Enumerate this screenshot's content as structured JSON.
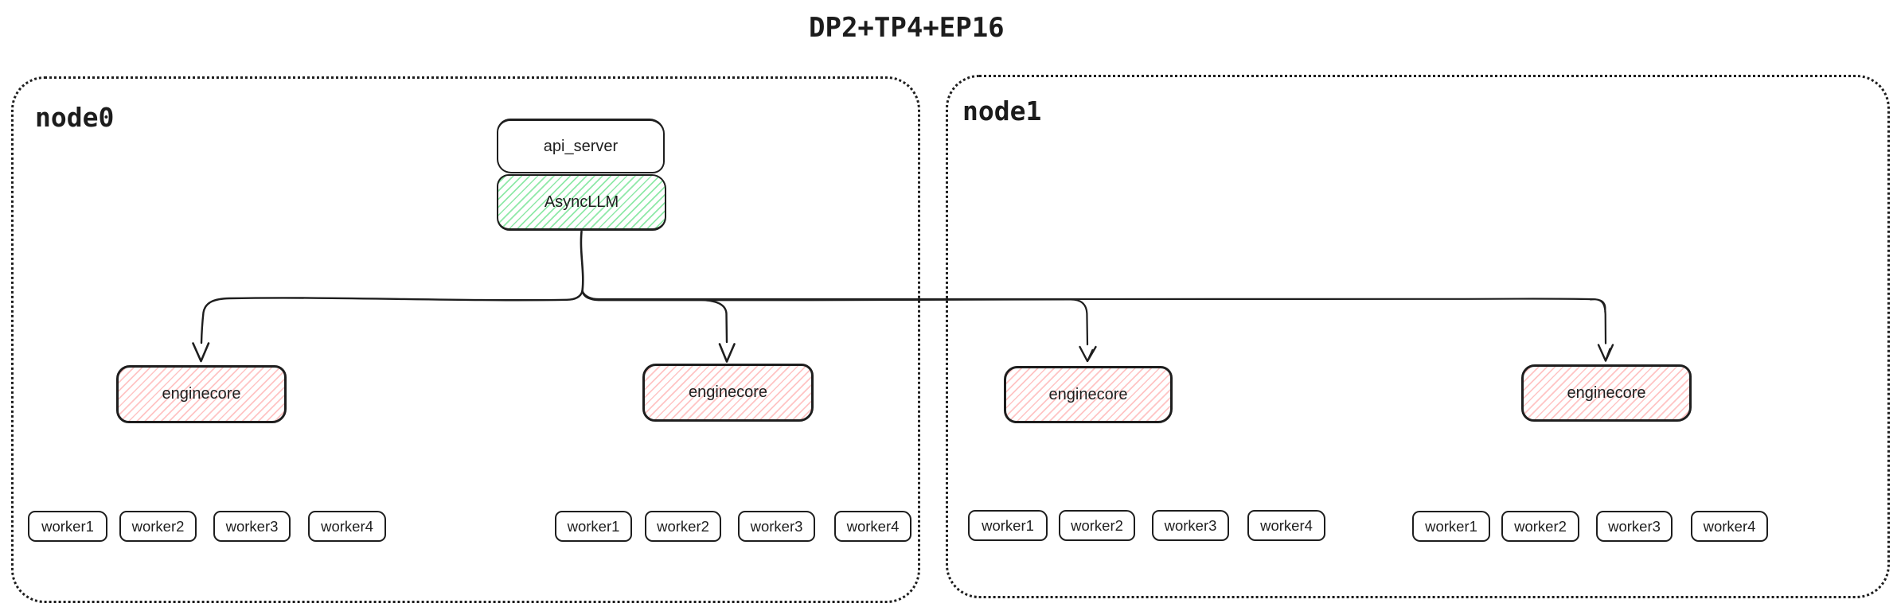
{
  "diagram": {
    "title": "DP2+TP4+EP16",
    "colors": {
      "stroke": "#1e1e1e",
      "green_hatch": "#8fe9a8",
      "red_hatch": "#ffc4c4",
      "canvas_bg": "#ffffff"
    },
    "nodes": [
      {
        "label": "node0",
        "stack": {
          "api_server": "api_server",
          "async_llm": "AsyncLLM"
        },
        "groups": [
          {
            "enginecore": "enginecore",
            "workers": [
              "worker1",
              "worker2",
              "worker3",
              "worker4"
            ]
          },
          {
            "enginecore": "enginecore",
            "workers": [
              "worker1",
              "worker2",
              "worker3",
              "worker4"
            ]
          }
        ]
      },
      {
        "label": "node1",
        "groups": [
          {
            "enginecore": "enginecore",
            "workers": [
              "worker1",
              "worker2",
              "worker3",
              "worker4"
            ]
          },
          {
            "enginecore": "enginecore",
            "workers": [
              "worker1",
              "worker2",
              "worker3",
              "worker4"
            ]
          }
        ]
      }
    ]
  }
}
